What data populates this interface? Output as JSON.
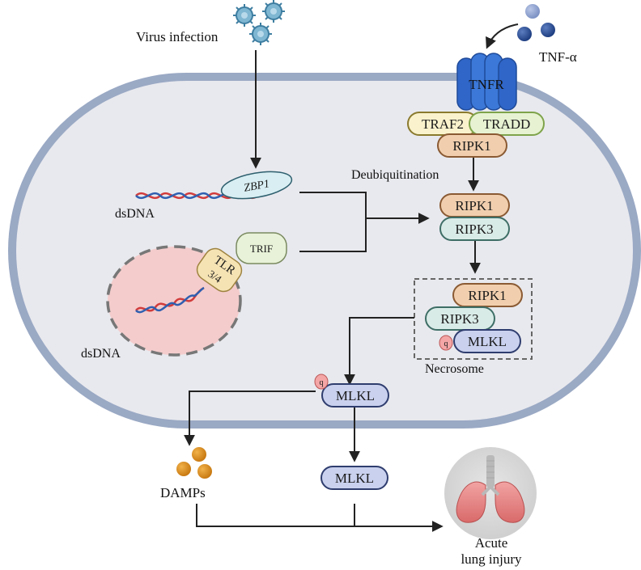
{
  "labels": {
    "virus_infection": "Virus infection",
    "tnf_alpha": "TNF-α",
    "tnfr": "TNFR",
    "traf2": "TRAF2",
    "tradd": "TRADD",
    "ripk1_top": "RIPK1",
    "deubiquitination": "Deubiquitination",
    "zbp1": "ZBP1",
    "dsdna_upper": "dsDNA",
    "trif": "TRIF",
    "tlr_line1": "TLR",
    "tlr_line2": "3/4",
    "dsdna_lower": "dsDNA",
    "ripk1_mid": "RIPK1",
    "ripk3_mid": "RIPK3",
    "ripk1_necro": "RIPK1",
    "ripk3_necro": "RIPK3",
    "mlkl_necro": "MLKL",
    "necrosome": "Necrosome",
    "p_mark": "q",
    "mlkl_lower": "MLKL",
    "mlkl_outside": "MLKL",
    "damps": "DAMPs",
    "acute_line1": "Acute",
    "acute_line2": "lung injury"
  },
  "colors": {
    "cell_border": "#9aa9c4",
    "cell_fill": "#e8e9ee",
    "nucleus_fill": "#f4cccc",
    "tnfr_blue": "#3b78d8",
    "ripk1_fill": "#f1cfae",
    "ripk3_fill": "#d9ebe7",
    "mlkl_fill": "#c9d1ee",
    "trif_fill": "#e8f2d8",
    "damp_orange": "#d58a1a"
  }
}
